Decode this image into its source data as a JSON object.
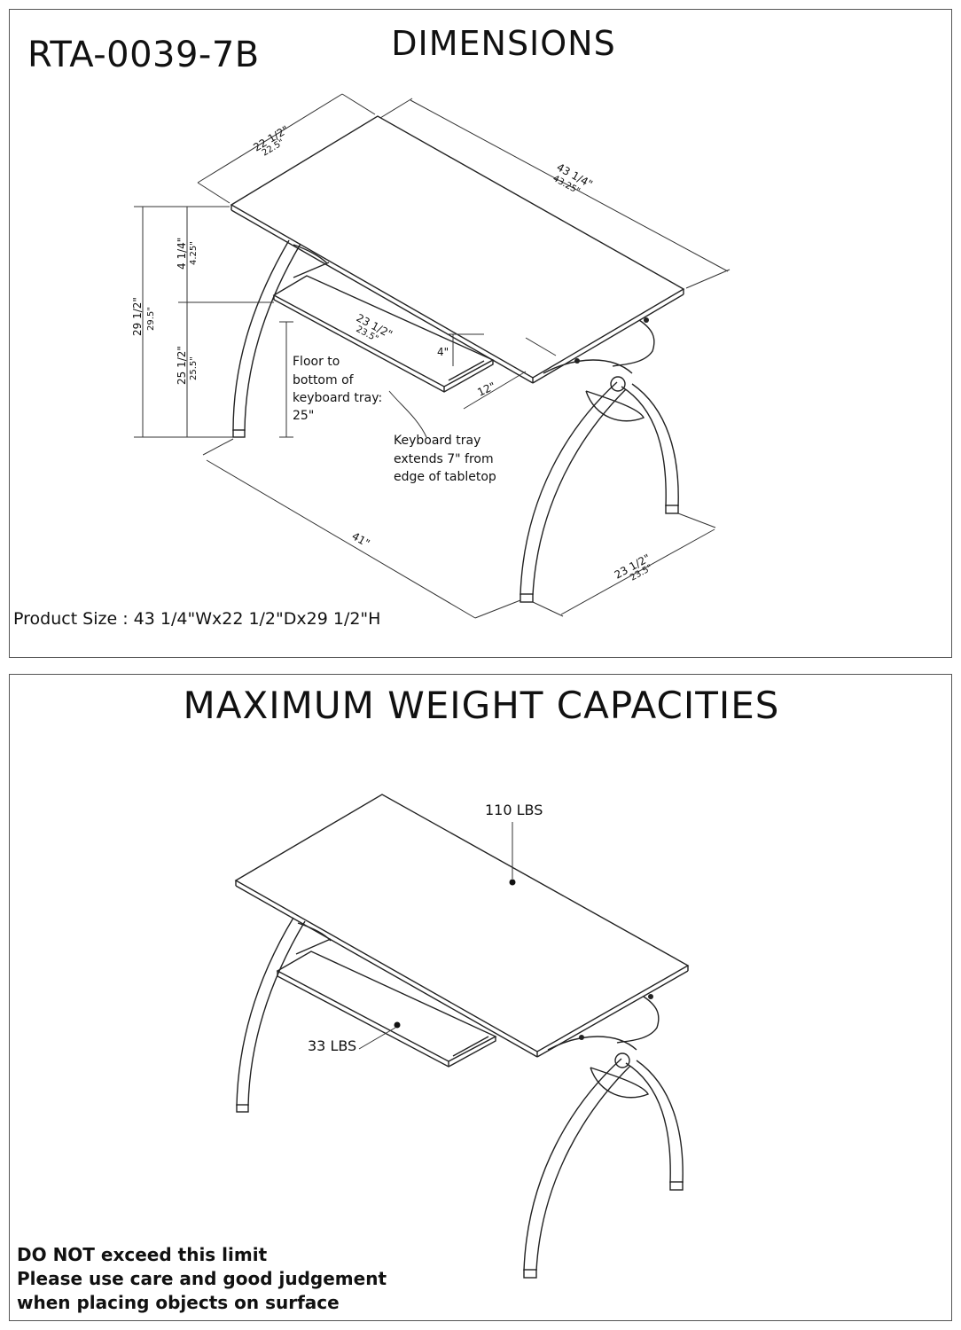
{
  "dimensions_panel": {
    "model": "RTA-0039-7B",
    "title": "DIMENSIONS",
    "labels": {
      "depth": "22 1/2\"",
      "depth_dec": "22.5\"",
      "width": "43 1/4\"",
      "width_dec": "43.25\"",
      "top_to_tray": "4 1/4\"",
      "top_to_tray_dec": "4.25\"",
      "height": "29 1/2\"",
      "height_dec": "29.5\"",
      "tray_height": "25 1/2\"",
      "tray_height_dec": "25.5\"",
      "tray_width": "23 1/2\"",
      "tray_width_dec": "23.5\"",
      "tray_drop": "4\"",
      "tray_depth": "12\"",
      "base_width": "41\"",
      "base_depth": "23 1/2\"",
      "base_depth_dec": "23.5\""
    },
    "floor_note": [
      "Floor to",
      "bottom of",
      "keyboard tray:",
      "25\""
    ],
    "tray_note": [
      "Keyboard tray",
      "extends 7\" from",
      "edge of tabletop"
    ],
    "product_size": "Product Size : 43 1/4\"Wx22 1/2\"Dx29 1/2\"H"
  },
  "weight_panel": {
    "title": "MAXIMUM WEIGHT CAPACITIES",
    "top_capacity": "110 LBS",
    "tray_capacity": "33 LBS",
    "warning": [
      "DO NOT exceed this limit",
      "Please use care and good judgement",
      "when placing objects on surface"
    ]
  }
}
